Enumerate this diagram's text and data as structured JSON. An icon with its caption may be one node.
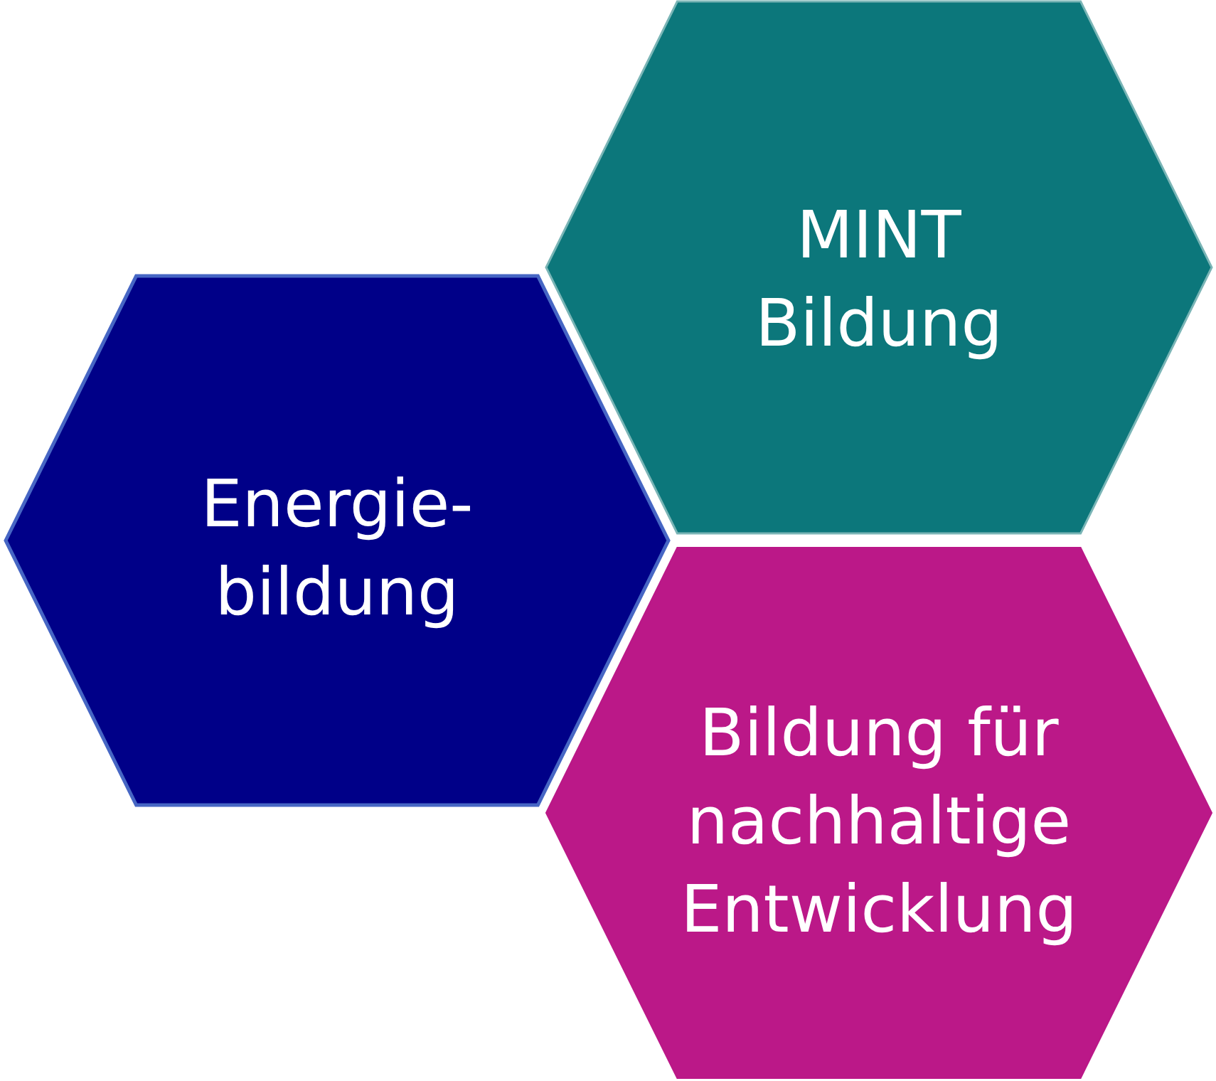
{
  "diagram": {
    "nodes": [
      {
        "text": [
          "Energie- bildung"
        ]
      },
      {
        "text": [
          "MINT Bildung"
        ]
      },
      {
        "text": [
          "Bildung für nachhaltige Entwicklung"
        ]
      }
    ]
  }
}
